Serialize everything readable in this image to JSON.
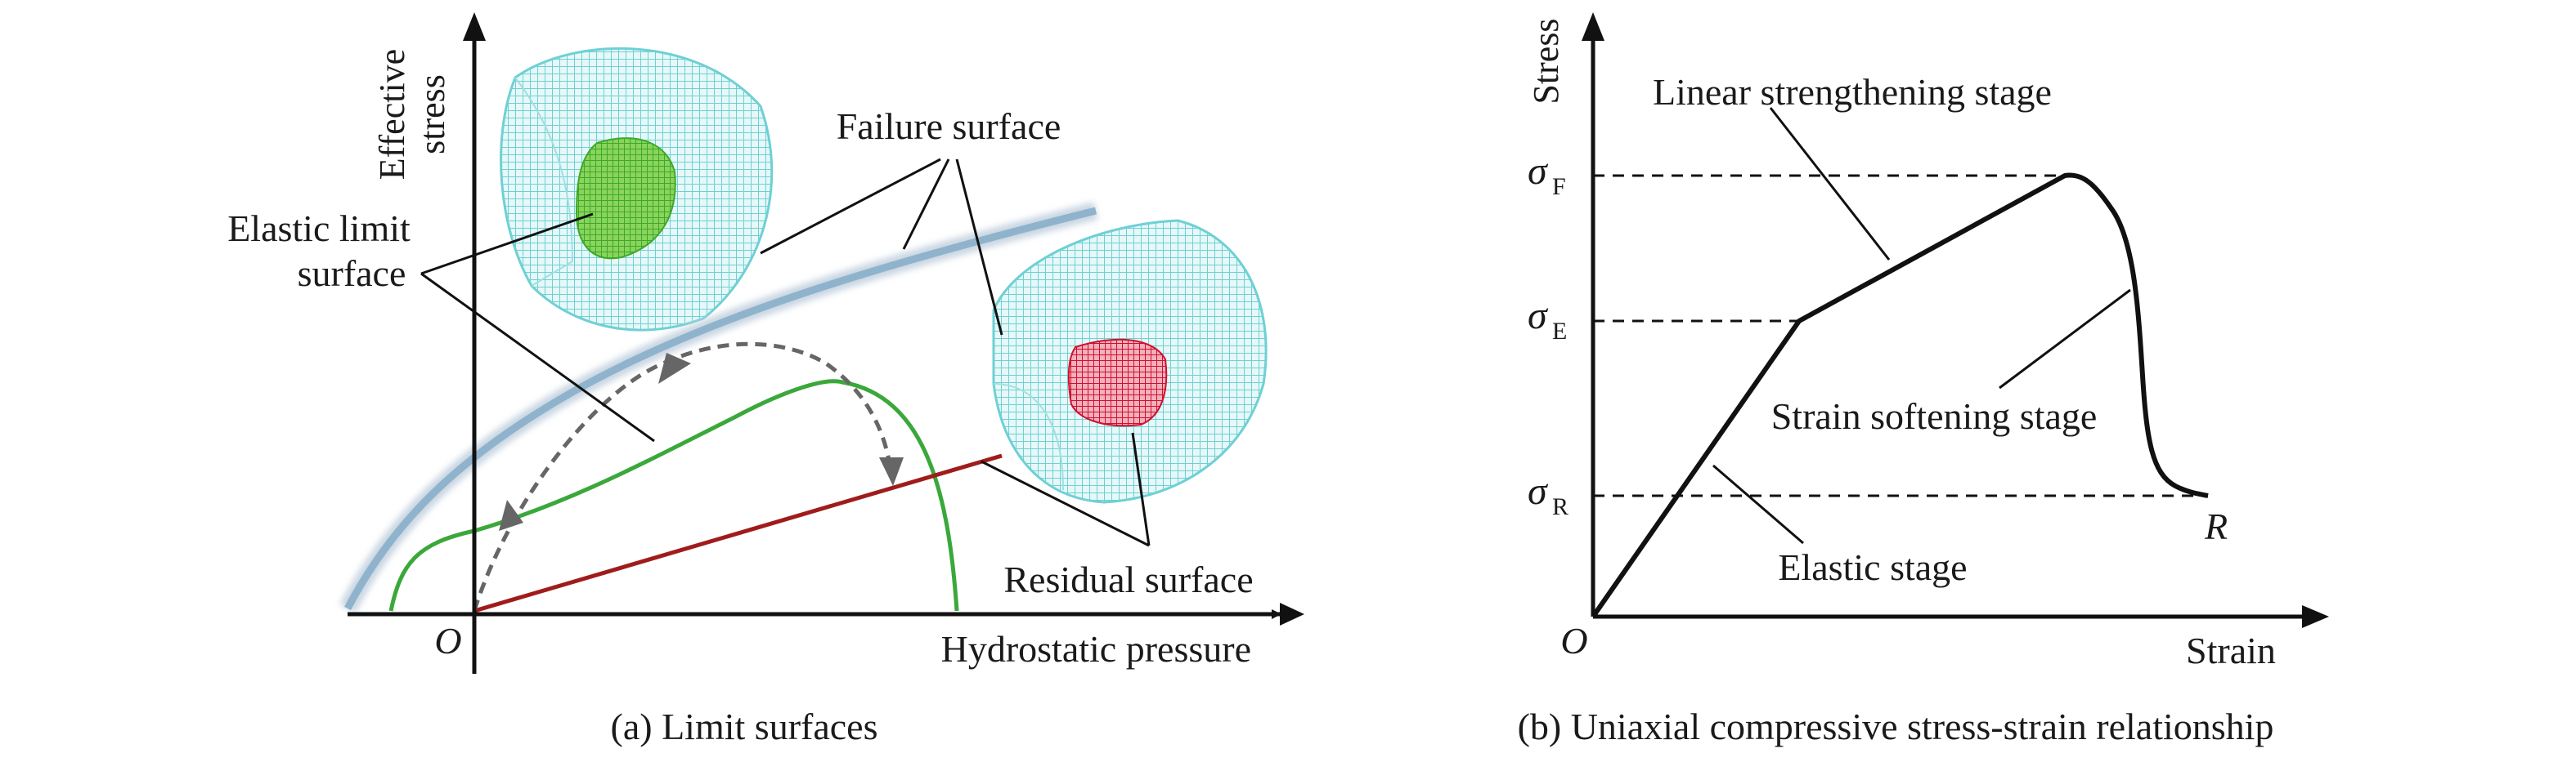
{
  "panel_a": {
    "y_axis_label_line1": "Effective",
    "y_axis_label_line2": "stress",
    "x_axis_label": "Hydrostatic pressure",
    "origin": "O",
    "failure_surface_label": "Failure surface",
    "elastic_limit_label_line1": "Elastic limit",
    "elastic_limit_label_line2": "surface",
    "residual_surface_label": "Residual surface",
    "caption": "(a) Limit surfaces",
    "colors": {
      "failure_curve": "#8fb3cc",
      "elastic_curve": "#3aa83a",
      "residual_curve": "#a01c1c",
      "path_arrow": "#666666",
      "mesh_outer": "#7fd6d9",
      "mesh_inner_green": "#5cc02c",
      "mesh_inner_red": "#d01030"
    }
  },
  "panel_b": {
    "y_axis_label": "Stress",
    "x_axis_label": "Strain",
    "origin": "O",
    "sigma": "σ",
    "sub_F": "F",
    "sub_E": "E",
    "sub_R": "R",
    "point_R": "R",
    "linear_stage_label": "Linear strengthening stage",
    "softening_stage_label": "Strain softening stage",
    "elastic_stage_label": "Elastic stage",
    "caption": "(b) Uniaxial compressive stress-strain relationship"
  }
}
